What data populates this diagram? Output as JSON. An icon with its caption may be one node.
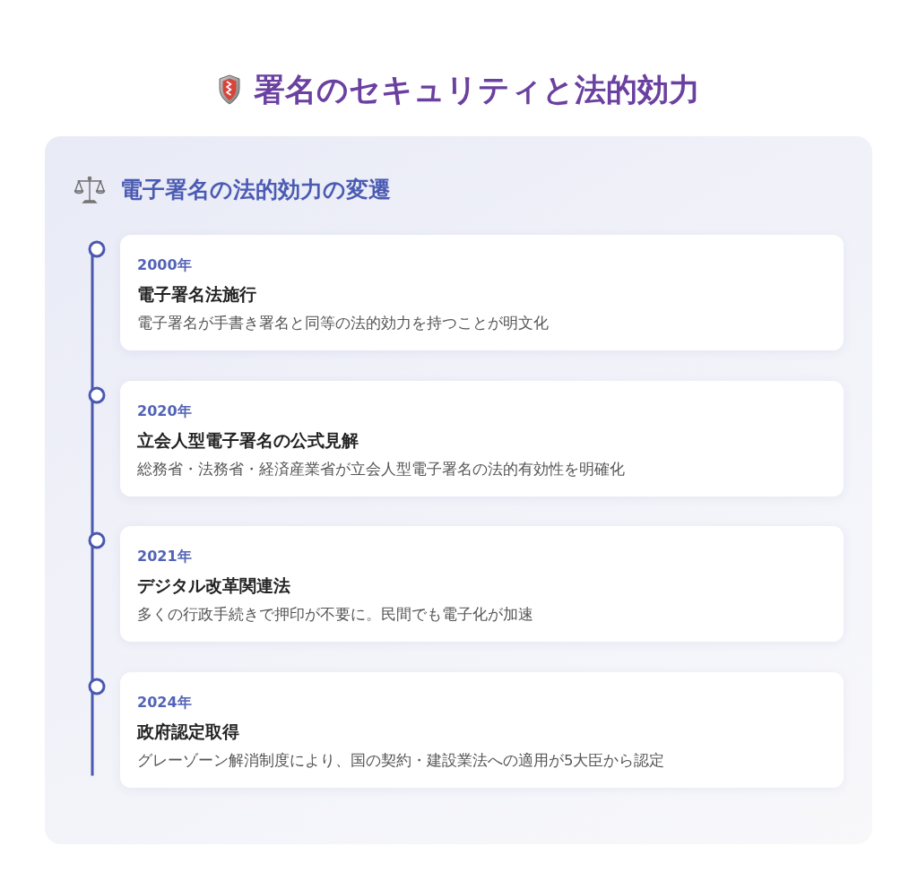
{
  "diagram": {
    "title": "署名のセキュリティと法的効力",
    "nodes": [
      {
        "text": [
          "電子署名の法的効力の変遷"
        ]
      },
      {
        "text": [
          "2000年",
          "電子署名法施行",
          "電子署名が手書き署名と同等の法的効力を持つことが明文化"
        ],
        "in": 0
      },
      {
        "text": [
          "2020年",
          "立会人型電子署名の公式見解",
          "総務省・法務省・経済産業省が立会人型電子署名の法的有効性を明確化"
        ],
        "in": 0
      },
      {
        "text": [
          "2021年",
          "デジタル改革関連法",
          "多くの行政手続きで押印が不要に。民間でも電子化が加速"
        ],
        "in": 0
      },
      {
        "text": [
          "2024年",
          "政府認定取得",
          "グレーゾーン解消制度により、国の契約・建設業法への適用が5大臣から認定"
        ],
        "in": 0
      }
    ]
  }
}
